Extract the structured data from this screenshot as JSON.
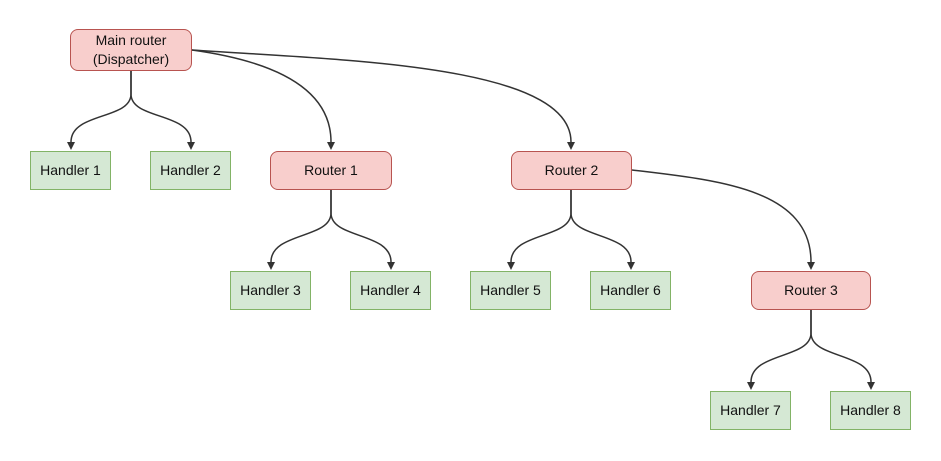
{
  "diagram": {
    "type": "flowchart",
    "background": "#ffffff",
    "nodes": {
      "main_router": {
        "label": "Main router\n(Dispatcher)",
        "kind": "router"
      },
      "router1": {
        "label": "Router 1",
        "kind": "router"
      },
      "router2": {
        "label": "Router 2",
        "kind": "router"
      },
      "router3": {
        "label": "Router 3",
        "kind": "router"
      },
      "handler1": {
        "label": "Handler 1",
        "kind": "handler"
      },
      "handler2": {
        "label": "Handler 2",
        "kind": "handler"
      },
      "handler3": {
        "label": "Handler 3",
        "kind": "handler"
      },
      "handler4": {
        "label": "Handler 4",
        "kind": "handler"
      },
      "handler5": {
        "label": "Handler 5",
        "kind": "handler"
      },
      "handler6": {
        "label": "Handler 6",
        "kind": "handler"
      },
      "handler7": {
        "label": "Handler 7",
        "kind": "handler"
      },
      "handler8": {
        "label": "Handler 8",
        "kind": "handler"
      }
    },
    "edges": [
      {
        "from": "main_router",
        "to": "handler1"
      },
      {
        "from": "main_router",
        "to": "handler2"
      },
      {
        "from": "main_router",
        "to": "router1"
      },
      {
        "from": "main_router",
        "to": "router2"
      },
      {
        "from": "router1",
        "to": "handler3"
      },
      {
        "from": "router1",
        "to": "handler4"
      },
      {
        "from": "router2",
        "to": "handler5"
      },
      {
        "from": "router2",
        "to": "handler6"
      },
      {
        "from": "router2",
        "to": "router3"
      },
      {
        "from": "router3",
        "to": "handler7"
      },
      {
        "from": "router3",
        "to": "handler8"
      }
    ],
    "colors": {
      "router_fill": "#f8cecc",
      "router_border": "#b85450",
      "handler_fill": "#d5e8d4",
      "handler_border": "#82b366",
      "edge": "#333333",
      "text": "#111111",
      "background": "#ffffff"
    }
  }
}
